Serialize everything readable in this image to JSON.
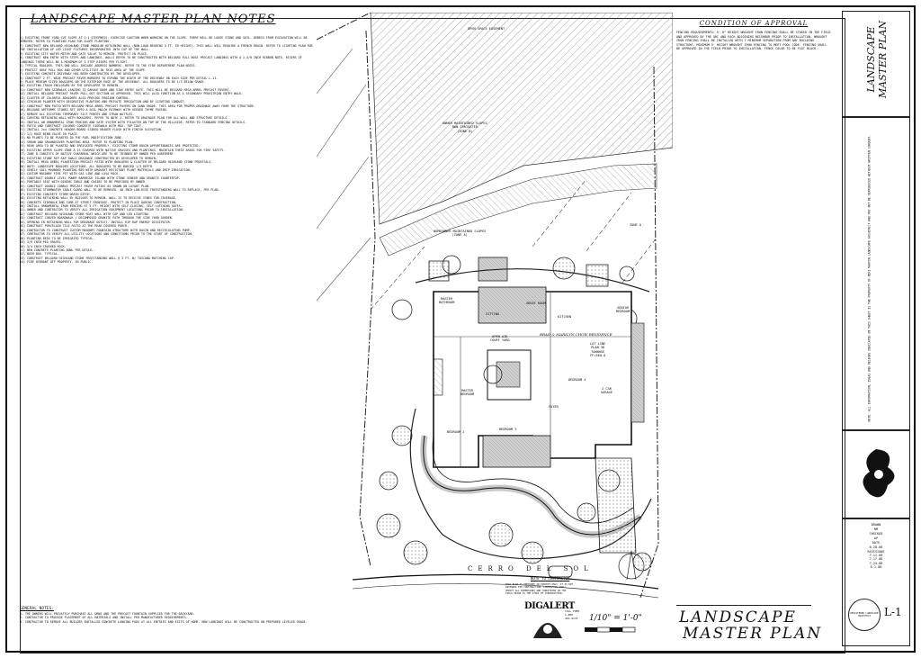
{
  "notes": {
    "title": "LANDSCAPE MASTER PLAN NOTES",
    "items": [
      "1) EXISTING FRONT YARD CUT SLOPE AT 1:1 STEEPNESS. EXERCISE CAUTION WHEN WORKING ON THE SLOPE. THERE WILL BE LOOSE STONE AND SOIL. DEBRIS FROM EXCAVATION WILL BE REMOVED. REFER TO PLANTING PLAN FOR SLOPE PLANTING.",
      "2) CONSTRUCT NEW BELGARD HIGHLAND STONE MODULAR RETAINING WALL (NON-LOAD BEARING 3 FT. IN HEIGHT). THIS WALL WILL REQUIRE A FRENCH DRAIN. REFER TO LIGHTING PLAN FOR THE INSTALLATION OF LED LIGHT FIXTURES INCORPORATED INTO CAP OF THE WALL.",
      "3) EXISTING CITY WATER METER AND GATE VALVE TO REMAIN. PROTECT IN PLACE.",
      "4) CONSTRUCT NEW ENTRY WITH STEPS AND LANDINGS. WALLS REFER TO BE CONSTRUCTED WITH BELGARD FULL NOSE PRECAST LANDINGS WITH A 1-5/8 INCH RIBBON NOTE. RISERS OF LANDINGS THERE WILL BE A MINIMUM OF 5 STEP RISERS PER FLIGHT.",
      "5) TYPICAL BOULDER. THIS ONE WILL INCLUDE ADDRESS NUMBERS. REFER TO THE FIRE DEPARTMENT PLAN NOTES.",
      "6) PROTECT HOSE PULL BOX AND OTHER UTILITIES IN THIS AREA OF THE SLOPE.",
      "7) EXISTING CONCRETE DRIVEWAY HAS BEEN CONSTRUCTED BY THE DEVELOPER.",
      "8) CONSTRUCT 2 FT. WIDE PRECAST PAVER BORDERS TO EXPAND THE WIDTH OF THE DRIVEWAY ON EACH SIDE PER DETAIL L-11.",
      "9) PLACE MEDIUM SIZED BOULDERS ON THE EXTERIOR EDGE OF THE DRIVEWAY. ALL BOULDERS TO BE 1/3 BELOW GRADE.",
      "10) EXISTING TRASH ENCLOSURE BY THE DEVELOPER TO REMAIN.",
      "11) CONSTRUCT NEW SIDEWALK LEADING TO GARAGE DOOR AND SIDE ENTRY GATE. THIS WILL BE BELGARD MEGA ARBEL PRECAST PAVERS.",
      "12) INSTALL BELGARD PRECAST PAVER PULL OUT SECTION AS APPROVED. THIS WILL ALSO FUNCTION AS A SECONDARY PEDESTRIAN ENTRY WALK.",
      "13) CLUSTER OF COLORFUL BOULDERS ALSO PROVIDE EROSION CONTROL.",
      "14) CIRCULAR PLANTER WITH DECORATIVE PLANTING AND PRIVATE IRRIGATION AND BY LIGHTING CONDUIT.",
      "15) CONSTRUCT NEW PATIO WITH BELGARD MEGA ARBEL PRECAST PAVERS ON SAND GRADE. THIS AREA FOR PROPER DRAINAGE AWAY FROM THE STRUCTURE.",
      "16) BELGARD ARTFORMS STONES SET INTO A SOIL MULCH PATHWAY WITH SEEDED THYME PAVING.",
      "17) REMOVE ALL EXISTING TEMPORARY SILT FENCES AND STRAW WATTLES.",
      "18) CURVING RETAINING WALL WITH BOULDERS. REFER TO NOTE 2. REFER TO DRAINAGE PLAN FOR ALL WALL AND STRUCTURE DETAILS.",
      "19) INSTALL AN ORNAMENTAL IRON FENCING AND GATE SYSTEM WITH PILASTER ON TOP OF THE HILLSIDE. REFER TO STANDARD FENCING DETAILS.",
      "20) PATIO AND CONSTRUCT COLORED CONCRETE SIDEWALK WITH MAX. TOP COAT.",
      "21) INSTALL 2x4 CONCRETE HEADER BOARD STAKED HEADER FLUSH WITH FINISH ELEVATION.",
      "22) 1/2 HOSE BIBB VALVE IN PLACE.",
      "23) NO PLANTS TO BE PLANTED IN THE FUEL MODIFICATION ZONE.",
      "24) SHRUB AND GROUNDCOVER PLANTING AREA. REFER TO PLANTING PLAN.",
      "25) REAR AREA TO BE PLANTED AND IRRIGATED PROPERLY. EXISTING STORM DRAIN APPURTENANCES ARE PROTECTED.",
      "26) EXISTING UPPER SLOPE ZONE A IS COVERED WITH NATIVE GRASSES AND PLANTINGS. MAINTAIN THESE AREAS FOR FIRE SAFETY.",
      "27) ZONE B CONSISTS OF NATIVE CHAPARRAL WHICH ARE TO BE THINNED BY OWNER PER AGREEMENT.",
      "28) EXISTING STONE RIP RAP SWALE DRAINAGE CONSTRUCTED BY DEVELOPER TO REMAIN.",
      "29) INSTALL MEGA ARBEL PLANTATION PRECAST PATIO WITH BOULDERS & CLUSTER OF BELGARD HIGHLAND STONE PEDESTALS.",
      "30) NOTE: LANDSCAPE BOULDER LOCATIONS. ALL BOULDERS TO BE BURIED 1/3 DEPTH.",
      "31) GENTLE SOIL MOUNDED PLANTING BED WITH DROUGHT RESISTANT PLANT MATERIALS AND DRIP IRRIGATION.",
      "32) CUSTOM MASONRY FIRE PIT WITH GAS LINE AND LAVA ROCK.",
      "33) CONSTRUCT DOUBLE LEVEL POWER BARBECUE ISLAND WITH STONE VENEER AND GRANITE COUNTERTOP.",
      "34) PORTABLE SEAT WITH DINING TABLE AND CHAIRS TO BE PROVIDED BY OWNER.",
      "35) CONSTRUCT DOUBLE COBBLE PRECAST PAVER PATIOS AS SHOWN ON LAYOUT PLAN.",
      "36) EXISTING STORMWATER CABLE GUARD WALL TO BE REMOVED. 48 INCH LOW-RISE FREESTANDING WALL TO REPLACE, PER PLAN.",
      "37) EXISTING CONCRETE STORM DRAIN DITCH.",
      "38) EXISTING RETAINING WALL BY BUILDER TO REMAIN. WALL IS TO RECEIVE VINES FOR COVERAGE.",
      "39) CONCRETE SIDEWALK AND CURB AT STREET FRONTAGE. PROTECT IN PLACE DURING CONSTRUCTION.",
      "40) INSTALL ORNAMENTAL IRON FENCING AT 5 FT. HEIGHT WITH SELF-CLOSING, SELF-LATCHING GATES.",
      "41) OWNER AND CONTRACTOR TO VERIFY ALL IRRIGATION EQUIPMENT LOCATIONS PRIOR TO INSTALLATION.",
      "42) CONSTRUCT BELGARD HIGHLAND STONE SEAT WALL WITH CAP AND LED LIGHTING.",
      "43) CONSTRUCT CURVED BOARDWALK / DECOMPOSED GRANITE PATH THROUGH THE SIDE YARD GARDEN.",
      "44) OPENING IN RETAINING WALL FOR DRAINAGE OUTLET. INSTALL RIP RAP ENERGY DISSIPATER.",
      "45) CONSTRUCT PORCELAIN TILE PATIO AT THE REAR COVERED PORCH.",
      "46) CONTRACTOR TO CONSTRUCT CUSTOM MASONRY FOUNTAIN STRUCTURE WITH BASIN AND RECIRCULATING PUMP.",
      "47) CONTRACTOR TO VERIFY ALL UTILITY LOCATIONS AND CONDITIONS PRIOR TO THE START OF CONSTRUCTION.",
      "48) PLANTING BEDS TO BE IRRIGATED TYPICAL.",
      "49) 3/8 INCH PEA GRAVEL.",
      "50) 3/4 INCH CRUSHED ROCK.",
      "51) NEW CONCRETE PLANTING BOWL PER DETAIL.",
      "52) BUSH BOX. TYPICAL.",
      "53) CONSTRUCT BELGARD HIGHLAND STONE FREESTANDING WALL @ 3 FT. W/ TOSCANA MATCHING CAP.",
      "54) FIRE HYDRANT OFF PROPERTY, IN PUBLIC."
    ],
    "general_title": "GENERAL NOTES:",
    "general": [
      "1. THE OWNERS WILL PRIVATELY PURCHASE ALL URNS AND THE PRECAST FOUNTAIN SUPPLIED FOR THE BACKYARD.",
      "2. CONTRACTOR TO PROVIDE PLACEMENT OF ALL MATERIALS AND INSTALL PER MANUFACTURER REQUIREMENTS.",
      "3. CONTRACTOR TO REMOVE ALL BUILDER INSTALLED CONCRETE LANDING PADS AT ALL ENTRIES AND EXITS OF HOME. NEW LANDINGS WILL BE CONSTRUCTED ON PREPARED LEVELED GRADE."
    ]
  },
  "approval": {
    "title": "CONDITION OF APPROVAL",
    "text": "FENCING REQUIREMENTS: 5'-0\" HEIGHT WROUGHT IRON FENCING SHALL BE STAKED IN THE FIELD AND APPROVED BY THE ARC AND EACH ADJOINING NEIGHBOR PRIOR TO INSTALLATION. WROUGHT IRON FENCING SHALL BE INSTALLED WITH 7 MINIMUM SEPARATION FROM ANY BUILDING STRUCTURE. MINIMUM 5' HEIGHT WROUGHT IRON FENCING TO MEET POOL CODE. FENCING SHALL BE APPROVED IN THE FIELD PRIOR TO INSTALLATION. FENCE COLOR TO BE FLAT BLACK."
  },
  "plan": {
    "labels": {
      "easement": "OPEN SPACE EASEMENT",
      "owner_slopes": "OWNER MAINTAINED SLOPES\nNON-IRRIGATED\n(ZONE B)",
      "hoa_slopes": "HOMEOWNER MAINTAINED SLOPES\n(ZONE A)",
      "zone_a": "ZONE A",
      "residence": "BRAD & MARILYN CHOW RESIDENCE",
      "lot_info": "LOT LINE\nPLAN 3D\nTOWNHSE\nFF=560.0",
      "courtyard": "OPEN AIR\nCOURT YARD",
      "master_bath": "MASTER\nBATHROOM",
      "great_room": "GREAT ROOM",
      "master_bedroom": "MASTER\nBEDROOM",
      "kitchen": "KITCHEN",
      "garage": "2 CAR\nGARAGE",
      "foyer": "FOYER",
      "bedroom3": "BEDROOM 3",
      "bedroom2": "BEDROOM 2",
      "bedroom4": "BEDROOM 4",
      "sitting": "SITTING",
      "senior": "SENIOR\nBEDROOM"
    },
    "street": "CERRO   DEL   SOL",
    "contractor_note_title": "NOTE TO CONTRACTOR",
    "contractor_note": "THIS PLAN IS PREPARED IN CONCEPT ONLY. IT IS NOT INTENDED FOR CONSTRUCTION. CONTRACTOR SHALL VERIFY ALL DIMENSIONS AND CONDITIONS IN THE FIELD PRIOR TO THE START OF CONSTRUCTION."
  },
  "titleblock": {
    "logo": "DIGALERT",
    "logo_sub": "TOLL FREE\n1-800\n422-4133",
    "scale": "1/10\" = 1'-0\"",
    "title_line1": "LANDSCAPE",
    "title_line2": "MASTER PLAN",
    "side_title": "LANDSCAPE\nMASTER PLAN",
    "drawn_label": "DRAWN",
    "drawn": "NM",
    "checked_label": "CHECKED",
    "checked": "AP",
    "date_label": "DATE",
    "date": "6-28-08",
    "revs": "REVISIONS\n7-11-08\n7-17-08\n7-24-08\n8-1-08",
    "sheet": "L-1",
    "copyright": "NOTE: ALL INFORMATION, IDEAS AND DESIGNS INDICATED ON THIS SHEET IS THE PROPERTY OF NIKI MARTIN LANDSCAPE ARCHITECT AND MAY NOT BE REPRODUCED WITHOUT WRITTEN CONSENT.",
    "seal": "REGISTERED LANDSCAPE ARCHITECT"
  },
  "colors": {
    "ink": "#111111",
    "hatch": "#555555",
    "paving": "#bdbdbd"
  }
}
